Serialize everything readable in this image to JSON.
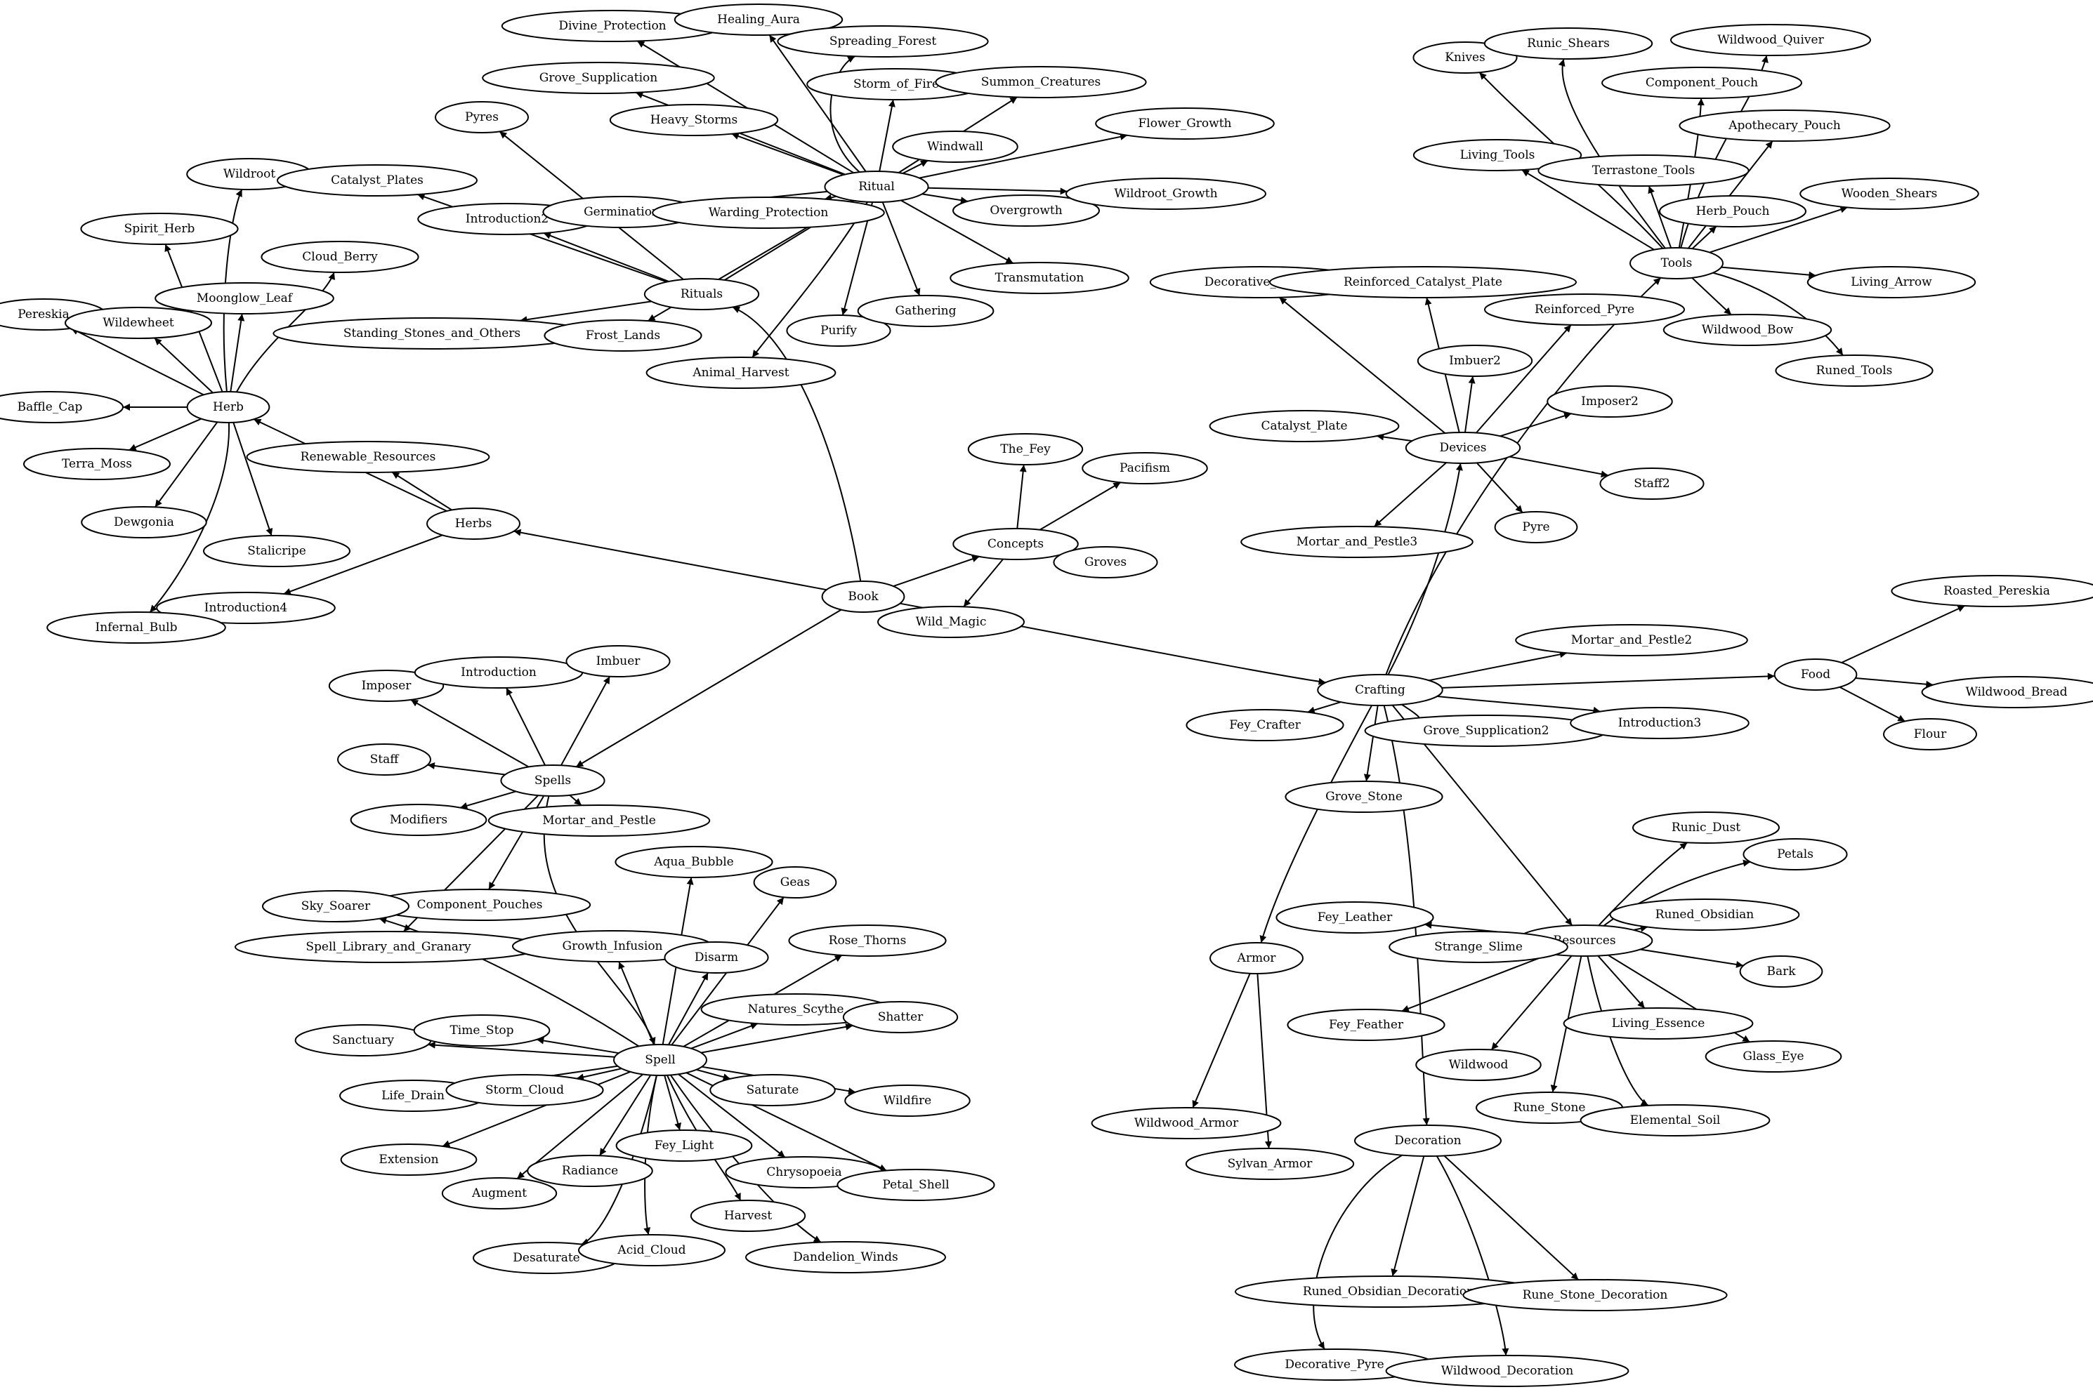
{
  "nodes": [
    {
      "id": "Book",
      "label": "Book"
    },
    {
      "id": "Herbs",
      "label": "Herbs"
    },
    {
      "id": "Herb",
      "label": "Herb"
    },
    {
      "id": "Concepts",
      "label": "Concepts"
    },
    {
      "id": "Crafting",
      "label": "Crafting"
    },
    {
      "id": "Spells",
      "label": "Spells"
    },
    {
      "id": "Spell",
      "label": "Spell"
    },
    {
      "id": "Rituals",
      "label": "Rituals"
    },
    {
      "id": "Ritual",
      "label": "Ritual"
    },
    {
      "id": "Devices",
      "label": "Devices"
    },
    {
      "id": "Tools",
      "label": "Tools"
    },
    {
      "id": "Food",
      "label": "Food"
    },
    {
      "id": "Resources",
      "label": "Resources"
    },
    {
      "id": "Armor",
      "label": "Armor"
    },
    {
      "id": "Decoration",
      "label": "Decoration"
    },
    {
      "id": "Renewable_Resources",
      "label": "Renewable_Resources"
    },
    {
      "id": "Introduction4",
      "label": "Introduction4"
    },
    {
      "id": "Wildroot",
      "label": "Wildroot"
    },
    {
      "id": "Spirit_Herb",
      "label": "Spirit_Herb"
    },
    {
      "id": "Cloud_Berry",
      "label": "Cloud_Berry"
    },
    {
      "id": "Pereskia",
      "label": "Pereskia"
    },
    {
      "id": "Wildewheet",
      "label": "Wildewheet"
    },
    {
      "id": "Moonglow_Leaf",
      "label": "Moonglow_Leaf"
    },
    {
      "id": "Baffle_Cap",
      "label": "Baffle_Cap"
    },
    {
      "id": "Terra_Moss",
      "label": "Terra_Moss"
    },
    {
      "id": "Dewgonia",
      "label": "Dewgonia"
    },
    {
      "id": "Stalicripe",
      "label": "Stalicripe"
    },
    {
      "id": "Infernal_Bulb",
      "label": "Infernal_Bulb"
    },
    {
      "id": "Catalyst_Plates",
      "label": "Catalyst_Plates"
    },
    {
      "id": "Pyres",
      "label": "Pyres"
    },
    {
      "id": "Introduction2",
      "label": "Introduction2"
    },
    {
      "id": "Standing_Stones_and_Others",
      "label": "Standing_Stones_and_Others"
    },
    {
      "id": "Frost_Lands",
      "label": "Frost_Lands"
    },
    {
      "id": "Animal_Harvest",
      "label": "Animal_Harvest"
    },
    {
      "id": "Divine_Protection",
      "label": "Divine_Protection"
    },
    {
      "id": "Healing_Aura",
      "label": "Healing_Aura"
    },
    {
      "id": "Spreading_Forest",
      "label": "Spreading_Forest"
    },
    {
      "id": "Grove_Supplication",
      "label": "Grove_Supplication"
    },
    {
      "id": "Storm_of_Fire",
      "label": "Storm_of_Fire"
    },
    {
      "id": "Summon_Creatures",
      "label": "Summon_Creatures"
    },
    {
      "id": "Heavy_Storms",
      "label": "Heavy_Storms"
    },
    {
      "id": "Windwall",
      "label": "Windwall"
    },
    {
      "id": "Flower_Growth",
      "label": "Flower_Growth"
    },
    {
      "id": "Germination",
      "label": "Germination"
    },
    {
      "id": "Warding_Protection",
      "label": "Warding_Protection"
    },
    {
      "id": "Overgrowth",
      "label": "Overgrowth"
    },
    {
      "id": "Wildroot_Growth",
      "label": "Wildroot_Growth"
    },
    {
      "id": "Transmutation",
      "label": "Transmutation"
    },
    {
      "id": "Purify",
      "label": "Purify"
    },
    {
      "id": "Gathering",
      "label": "Gathering"
    },
    {
      "id": "The_Fey",
      "label": "The_Fey"
    },
    {
      "id": "Pacifism",
      "label": "Pacifism"
    },
    {
      "id": "Groves",
      "label": "Groves"
    },
    {
      "id": "Wild_Magic",
      "label": "Wild_Magic"
    },
    {
      "id": "Imposer",
      "label": "Imposer"
    },
    {
      "id": "Introduction",
      "label": "Introduction"
    },
    {
      "id": "Imbuer",
      "label": "Imbuer"
    },
    {
      "id": "Staff",
      "label": "Staff"
    },
    {
      "id": "Modifiers",
      "label": "Modifiers"
    },
    {
      "id": "Mortar_and_Pestle",
      "label": "Mortar_and_Pestle"
    },
    {
      "id": "Component_Pouches",
      "label": "Component_Pouches"
    },
    {
      "id": "Sky_Soarer",
      "label": "Sky_Soarer"
    },
    {
      "id": "Spell_Library_and_Granary",
      "label": "Spell_Library_and_Granary"
    },
    {
      "id": "Aqua_Bubble",
      "label": "Aqua_Bubble"
    },
    {
      "id": "Geas",
      "label": "Geas"
    },
    {
      "id": "Growth_Infusion",
      "label": "Growth_Infusion"
    },
    {
      "id": "Disarm",
      "label": "Disarm"
    },
    {
      "id": "Rose_Thorns",
      "label": "Rose_Thorns"
    },
    {
      "id": "Natures_Scythe",
      "label": "Natures_Scythe"
    },
    {
      "id": "Shatter",
      "label": "Shatter"
    },
    {
      "id": "Sanctuary",
      "label": "Sanctuary"
    },
    {
      "id": "Time_Stop",
      "label": "Time_Stop"
    },
    {
      "id": "Life_Drain",
      "label": "Life_Drain"
    },
    {
      "id": "Storm_Cloud",
      "label": "Storm_Cloud"
    },
    {
      "id": "Saturate",
      "label": "Saturate"
    },
    {
      "id": "Wildfire",
      "label": "Wildfire"
    },
    {
      "id": "Extension",
      "label": "Extension"
    },
    {
      "id": "Augment",
      "label": "Augment"
    },
    {
      "id": "Radiance",
      "label": "Radiance"
    },
    {
      "id": "Fey_Light",
      "label": "Fey_Light"
    },
    {
      "id": "Chrysopoeia",
      "label": "Chrysopoeia"
    },
    {
      "id": "Petal_Shell",
      "label": "Petal_Shell"
    },
    {
      "id": "Harvest",
      "label": "Harvest"
    },
    {
      "id": "Desaturate",
      "label": "Desaturate"
    },
    {
      "id": "Acid_Cloud",
      "label": "Acid_Cloud"
    },
    {
      "id": "Dandelion_Winds",
      "label": "Dandelion_Winds"
    },
    {
      "id": "Knives",
      "label": "Knives"
    },
    {
      "id": "Runic_Shears",
      "label": "Runic_Shears"
    },
    {
      "id": "Wildwood_Quiver",
      "label": "Wildwood_Quiver"
    },
    {
      "id": "Component_Pouch",
      "label": "Component_Pouch"
    },
    {
      "id": "Living_Tools",
      "label": "Living_Tools"
    },
    {
      "id": "Apothecary_Pouch",
      "label": "Apothecary_Pouch"
    },
    {
      "id": "Terrastone_Tools",
      "label": "Terrastone_Tools"
    },
    {
      "id": "Herb_Pouch",
      "label": "Herb_Pouch"
    },
    {
      "id": "Wooden_Shears",
      "label": "Wooden_Shears"
    },
    {
      "id": "Living_Arrow",
      "label": "Living_Arrow"
    },
    {
      "id": "Wildwood_Bow",
      "label": "Wildwood_Bow"
    },
    {
      "id": "Runed_Tools",
      "label": "Runed_Tools"
    },
    {
      "id": "Decorative_Device",
      "label": "Decorative_Device"
    },
    {
      "id": "Reinforced_Catalyst_Plate",
      "label": "Reinforced_Catalyst_Plate"
    },
    {
      "id": "Reinforced_Pyre",
      "label": "Reinforced_Pyre"
    },
    {
      "id": "Imbuer2",
      "label": "Imbuer2"
    },
    {
      "id": "Imposer2",
      "label": "Imposer2"
    },
    {
      "id": "Catalyst_Plate",
      "label": "Catalyst_Plate"
    },
    {
      "id": "Staff2",
      "label": "Staff2"
    },
    {
      "id": "Pyre",
      "label": "Pyre"
    },
    {
      "id": "Mortar_and_Pestle3",
      "label": "Mortar_and_Pestle3"
    },
    {
      "id": "Mortar_and_Pestle2",
      "label": "Mortar_and_Pestle2"
    },
    {
      "id": "Fey_Crafter",
      "label": "Fey_Crafter"
    },
    {
      "id": "Grove_Supplication2",
      "label": "Grove_Supplication2"
    },
    {
      "id": "Introduction3",
      "label": "Introduction3"
    },
    {
      "id": "Grove_Stone",
      "label": "Grove_Stone"
    },
    {
      "id": "Roasted_Pereskia",
      "label": "Roasted_Pereskia"
    },
    {
      "id": "Wildwood_Bread",
      "label": "Wildwood_Bread"
    },
    {
      "id": "Flour",
      "label": "Flour"
    },
    {
      "id": "Runic_Dust",
      "label": "Runic_Dust"
    },
    {
      "id": "Petals",
      "label": "Petals"
    },
    {
      "id": "Runed_Obsidian",
      "label": "Runed_Obsidian"
    },
    {
      "id": "Fey_Leather",
      "label": "Fey_Leather"
    },
    {
      "id": "Strange_Slime",
      "label": "Strange_Slime"
    },
    {
      "id": "Bark",
      "label": "Bark"
    },
    {
      "id": "Fey_Feather",
      "label": "Fey_Feather"
    },
    {
      "id": "Living_Essence",
      "label": "Living_Essence"
    },
    {
      "id": "Glass_Eye",
      "label": "Glass_Eye"
    },
    {
      "id": "Wildwood",
      "label": "Wildwood"
    },
    {
      "id": "Rune_Stone",
      "label": "Rune_Stone"
    },
    {
      "id": "Elemental_Soil",
      "label": "Elemental_Soil"
    },
    {
      "id": "Wildwood_Armor",
      "label": "Wildwood_Armor"
    },
    {
      "id": "Sylvan_Armor",
      "label": "Sylvan_Armor"
    },
    {
      "id": "Runed_Obsidian_Decoration",
      "label": "Runed_Obsidian_Decoration"
    },
    {
      "id": "Rune_Stone_Decoration",
      "label": "Rune_Stone_Decoration"
    },
    {
      "id": "Decorative_Pyre",
      "label": "Decorative_Pyre"
    },
    {
      "id": "Wildwood_Decoration",
      "label": "Wildwood_Decoration"
    }
  ],
  "edges": [
    [
      "Book",
      "Herbs"
    ],
    [
      "Book",
      "Concepts"
    ],
    [
      "Book",
      "Crafting"
    ],
    [
      "Book",
      "Spells"
    ],
    [
      "Book",
      "Rituals"
    ],
    [
      "Herbs",
      "Herb"
    ],
    [
      "Herbs",
      "Renewable_Resources"
    ],
    [
      "Herbs",
      "Introduction4"
    ],
    [
      "Herb",
      "Wildroot"
    ],
    [
      "Herb",
      "Spirit_Herb"
    ],
    [
      "Herb",
      "Cloud_Berry"
    ],
    [
      "Herb",
      "Pereskia"
    ],
    [
      "Herb",
      "Wildewheet"
    ],
    [
      "Herb",
      "Moonglow_Leaf"
    ],
    [
      "Herb",
      "Baffle_Cap"
    ],
    [
      "Herb",
      "Terra_Moss"
    ],
    [
      "Herb",
      "Dewgonia"
    ],
    [
      "Herb",
      "Stalicripe"
    ],
    [
      "Herb",
      "Infernal_Bulb"
    ],
    [
      "Rituals",
      "Ritual"
    ],
    [
      "Rituals",
      "Catalyst_Plates"
    ],
    [
      "Rituals",
      "Pyres"
    ],
    [
      "Rituals",
      "Introduction2"
    ],
    [
      "Rituals",
      "Standing_Stones_and_Others"
    ],
    [
      "Ritual",
      "Divine_Protection"
    ],
    [
      "Ritual",
      "Healing_Aura"
    ],
    [
      "Ritual",
      "Spreading_Forest"
    ],
    [
      "Ritual",
      "Grove_Supplication"
    ],
    [
      "Ritual",
      "Storm_of_Fire"
    ],
    [
      "Ritual",
      "Summon_Creatures"
    ],
    [
      "Ritual",
      "Heavy_Storms"
    ],
    [
      "Ritual",
      "Windwall"
    ],
    [
      "Ritual",
      "Flower_Growth"
    ],
    [
      "Ritual",
      "Germination"
    ],
    [
      "Ritual",
      "Warding_Protection"
    ],
    [
      "Ritual",
      "Overgrowth"
    ],
    [
      "Ritual",
      "Wildroot_Growth"
    ],
    [
      "Ritual",
      "Transmutation"
    ],
    [
      "Ritual",
      "Purify"
    ],
    [
      "Ritual",
      "Gathering"
    ],
    [
      "Ritual",
      "Frost_Lands"
    ],
    [
      "Ritual",
      "Animal_Harvest"
    ],
    [
      "Concepts",
      "The_Fey"
    ],
    [
      "Concepts",
      "Pacifism"
    ],
    [
      "Concepts",
      "Groves"
    ],
    [
      "Concepts",
      "Wild_Magic"
    ],
    [
      "Spells",
      "Spell"
    ],
    [
      "Spells",
      "Imposer"
    ],
    [
      "Spells",
      "Introduction"
    ],
    [
      "Spells",
      "Imbuer"
    ],
    [
      "Spells",
      "Staff"
    ],
    [
      "Spells",
      "Modifiers"
    ],
    [
      "Spells",
      "Mortar_and_Pestle"
    ],
    [
      "Spells",
      "Component_Pouches"
    ],
    [
      "Spells",
      "Spell_Library_and_Granary"
    ],
    [
      "Spell",
      "Sky_Soarer"
    ],
    [
      "Spell",
      "Aqua_Bubble"
    ],
    [
      "Spell",
      "Geas"
    ],
    [
      "Spell",
      "Growth_Infusion"
    ],
    [
      "Spell",
      "Disarm"
    ],
    [
      "Spell",
      "Rose_Thorns"
    ],
    [
      "Spell",
      "Natures_Scythe"
    ],
    [
      "Spell",
      "Shatter"
    ],
    [
      "Spell",
      "Sanctuary"
    ],
    [
      "Spell",
      "Time_Stop"
    ],
    [
      "Spell",
      "Life_Drain"
    ],
    [
      "Spell",
      "Storm_Cloud"
    ],
    [
      "Spell",
      "Saturate"
    ],
    [
      "Spell",
      "Wildfire"
    ],
    [
      "Spell",
      "Extension"
    ],
    [
      "Spell",
      "Augment"
    ],
    [
      "Spell",
      "Radiance"
    ],
    [
      "Spell",
      "Fey_Light"
    ],
    [
      "Spell",
      "Chrysopoeia"
    ],
    [
      "Spell",
      "Petal_Shell"
    ],
    [
      "Spell",
      "Harvest"
    ],
    [
      "Spell",
      "Desaturate"
    ],
    [
      "Spell",
      "Acid_Cloud"
    ],
    [
      "Spell",
      "Dandelion_Winds"
    ],
    [
      "Crafting",
      "Devices"
    ],
    [
      "Crafting",
      "Tools"
    ],
    [
      "Crafting",
      "Food"
    ],
    [
      "Crafting",
      "Resources"
    ],
    [
      "Crafting",
      "Armor"
    ],
    [
      "Crafting",
      "Decoration"
    ],
    [
      "Crafting",
      "Mortar_and_Pestle2"
    ],
    [
      "Crafting",
      "Fey_Crafter"
    ],
    [
      "Crafting",
      "Grove_Supplication2"
    ],
    [
      "Crafting",
      "Introduction3"
    ],
    [
      "Crafting",
      "Grove_Stone"
    ],
    [
      "Tools",
      "Knives"
    ],
    [
      "Tools",
      "Runic_Shears"
    ],
    [
      "Tools",
      "Wildwood_Quiver"
    ],
    [
      "Tools",
      "Component_Pouch"
    ],
    [
      "Tools",
      "Living_Tools"
    ],
    [
      "Tools",
      "Apothecary_Pouch"
    ],
    [
      "Tools",
      "Terrastone_Tools"
    ],
    [
      "Tools",
      "Herb_Pouch"
    ],
    [
      "Tools",
      "Wooden_Shears"
    ],
    [
      "Tools",
      "Living_Arrow"
    ],
    [
      "Tools",
      "Wildwood_Bow"
    ],
    [
      "Tools",
      "Runed_Tools"
    ],
    [
      "Devices",
      "Decorative_Device"
    ],
    [
      "Devices",
      "Reinforced_Catalyst_Plate"
    ],
    [
      "Devices",
      "Reinforced_Pyre"
    ],
    [
      "Devices",
      "Imbuer2"
    ],
    [
      "Devices",
      "Imposer2"
    ],
    [
      "Devices",
      "Catalyst_Plate"
    ],
    [
      "Devices",
      "Staff2"
    ],
    [
      "Devices",
      "Pyre"
    ],
    [
      "Devices",
      "Mortar_and_Pestle3"
    ],
    [
      "Food",
      "Roasted_Pereskia"
    ],
    [
      "Food",
      "Wildwood_Bread"
    ],
    [
      "Food",
      "Flour"
    ],
    [
      "Resources",
      "Runic_Dust"
    ],
    [
      "Resources",
      "Petals"
    ],
    [
      "Resources",
      "Runed_Obsidian"
    ],
    [
      "Resources",
      "Fey_Leather"
    ],
    [
      "Resources",
      "Strange_Slime"
    ],
    [
      "Resources",
      "Bark"
    ],
    [
      "Resources",
      "Fey_Feather"
    ],
    [
      "Resources",
      "Living_Essence"
    ],
    [
      "Resources",
      "Glass_Eye"
    ],
    [
      "Resources",
      "Wildwood"
    ],
    [
      "Resources",
      "Rune_Stone"
    ],
    [
      "Resources",
      "Elemental_Soil"
    ],
    [
      "Armor",
      "Wildwood_Armor"
    ],
    [
      "Armor",
      "Sylvan_Armor"
    ],
    [
      "Decoration",
      "Runed_Obsidian_Decoration"
    ],
    [
      "Decoration",
      "Rune_Stone_Decoration"
    ],
    [
      "Decoration",
      "Decorative_Pyre"
    ],
    [
      "Decoration",
      "Wildwood_Decoration"
    ]
  ]
}
